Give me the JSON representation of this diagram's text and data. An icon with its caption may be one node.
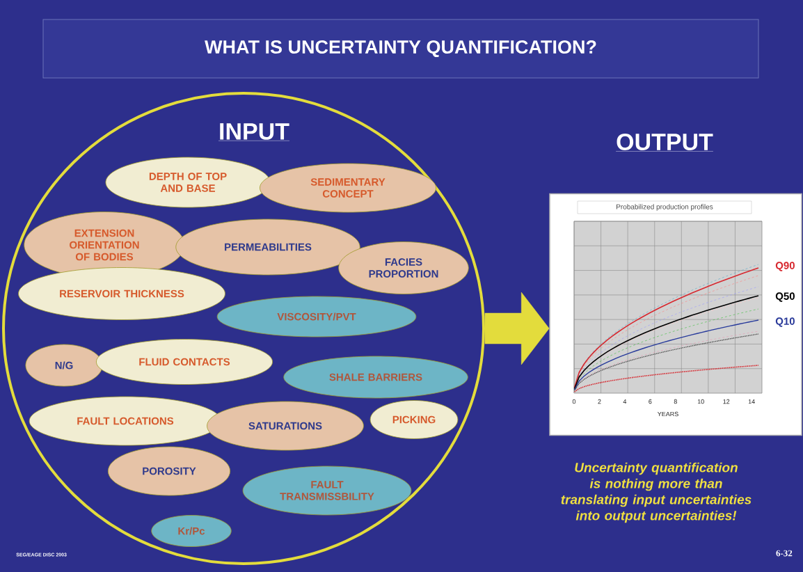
{
  "diagram": {
    "title": "WHAT IS UNCERTAINTY QUANTIFICATION?",
    "nodes": [
      {
        "text": [
          "INPUT"
        ]
      },
      {
        "text": [
          "DEPTH OF TOP AND BASE"
        ],
        "in": 0
      },
      {
        "text": [
          "SEDIMENTARY CONCEPT"
        ],
        "in": 0
      },
      {
        "text": [
          "EXTENSION ORIENTATION OF BODIES"
        ],
        "in": 0
      },
      {
        "text": [
          "PERMEABILITIES"
        ],
        "in": 0
      },
      {
        "text": [
          "FACIES PROPORTION"
        ],
        "in": 0
      },
      {
        "text": [
          "RESERVOIR THICKNESS"
        ],
        "in": 0
      },
      {
        "text": [
          "VISCOSITY/PVT"
        ],
        "in": 0
      },
      {
        "text": [
          "N/G"
        ],
        "in": 0
      },
      {
        "text": [
          "FLUID CONTACTS"
        ],
        "in": 0
      },
      {
        "text": [
          "SHALE BARRIERS"
        ],
        "in": 0
      },
      {
        "text": [
          "FAULT LOCATIONS"
        ],
        "in": 0
      },
      {
        "text": [
          "SATURATIONS"
        ],
        "in": 0
      },
      {
        "text": [
          "PICKING"
        ],
        "in": 0
      },
      {
        "text": [
          "POROSITY"
        ],
        "in": 0
      },
      {
        "text": [
          "FAULT TRANSMISSBILITY"
        ],
        "in": 0
      },
      {
        "text": [
          "Kr/Pc"
        ],
        "in": 0
      },
      {
        "text": [
          "OUTPUT",
          "Probabilized production profiles",
          "Q90",
          "Q50",
          "Q10"
        ]
      }
    ],
    "edges": [
      {
        "from": 0,
        "to": 17,
        "arrow": "to",
        "style": "thick",
        "color": "#e3dc3c"
      }
    ],
    "labels": [
      "0",
      "2",
      "4",
      "6",
      "8",
      "10",
      "12",
      "14",
      "YEARS",
      "Uncertainty quantification is nothing more than translating input uncertainties into output uncertainties!",
      "SEG/EAGE DISC 2003",
      "6-32"
    ]
  }
}
